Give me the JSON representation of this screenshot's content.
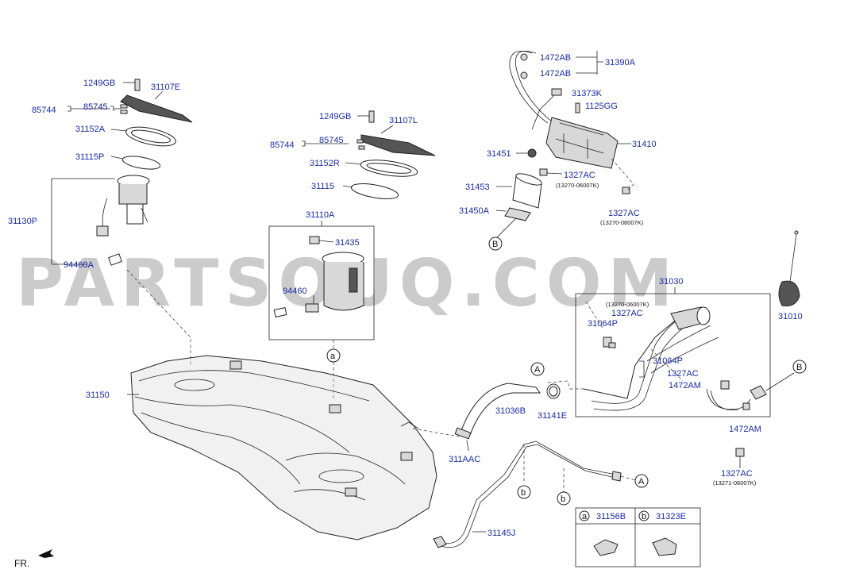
{
  "watermark": "PARTSOUQ.COM",
  "orientation": "FR.",
  "labels": {
    "p1249gb_l": "1249GB",
    "p31107e": "31107E",
    "p85744_l": "85744",
    "p85745_l": "85745",
    "p31152a": "31152A",
    "p31115p": "31115P",
    "p31130p": "31130P",
    "p94460a": "94460A",
    "p1249gb_c": "1249GB",
    "p31107l": "31107L",
    "p85744_c": "85744",
    "p85745_c": "85745",
    "p31152r": "31152R",
    "p31115": "31115",
    "p31110a": "31110A",
    "p31435": "31435",
    "p94460": "94460",
    "p1472ab_1": "1472AB",
    "p1472ab_2": "1472AB",
    "p31390a": "31390A",
    "p31373k": "31373K",
    "p1125gg": "1125GG",
    "p31410": "31410",
    "p31451": "31451",
    "p1327ac_1": "1327AC",
    "p13270_06007k_1": "(13270-06007K)",
    "p31453": "31453",
    "p1327ac_2": "1327AC",
    "p13270_08007k": "(13270-08007K)",
    "p31450a": "31450A",
    "p31030": "31030",
    "p13270_06007k_2": "(13270-06007K)",
    "p1327ac_3": "1327AC",
    "p31064p_1": "31064P",
    "p31010": "31010",
    "p31064p_2": "31064P",
    "p1327ac_4": "1327AC",
    "p1472am_1": "1472AM",
    "p1472am_2": "1472AM",
    "p31150": "31150",
    "p31036b": "31036B",
    "p31141e": "31141E",
    "p311aac": "311AAC",
    "p1327ac_5": "1327AC",
    "p13271_06007k": "(13271-06007K)",
    "p31145j": "31145J",
    "legend_a_part": "31156B",
    "legend_b_part": "31323E"
  },
  "refs": {
    "a": "a",
    "b": "b",
    "A": "A",
    "B": "B"
  }
}
